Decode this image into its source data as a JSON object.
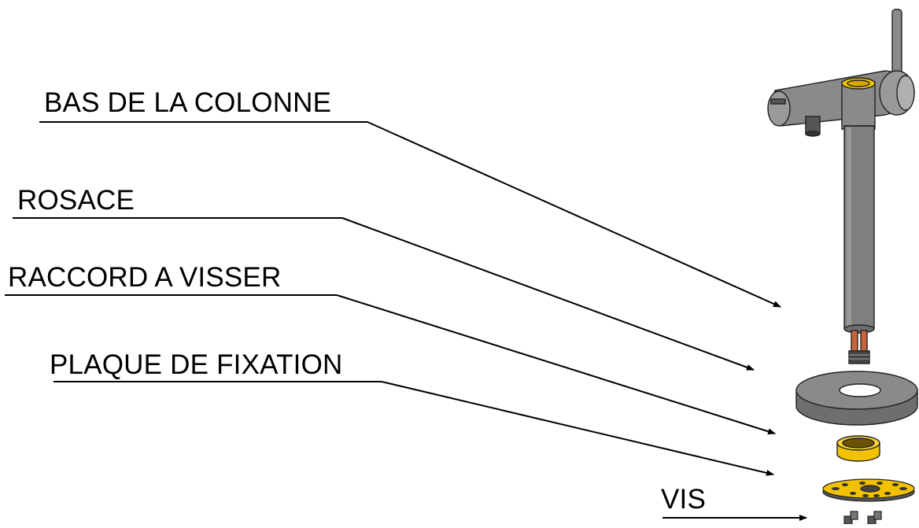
{
  "labels": {
    "bas_de_la_colonne": "BAS DE LA COLONNE",
    "rosace": "ROSACE",
    "raccord_a_visser": "RACCORD A VISSER",
    "plaque_de_fixation": "PLAQUE DE FIXATION",
    "vis": "VIS"
  },
  "colors": {
    "metal": "#8a8a8a",
    "metal_dark": "#6e6e6e",
    "metal_light": "#a8a8a8",
    "brass": "#f2c200",
    "copper": "#c8643c",
    "leader_line": "#000000"
  }
}
